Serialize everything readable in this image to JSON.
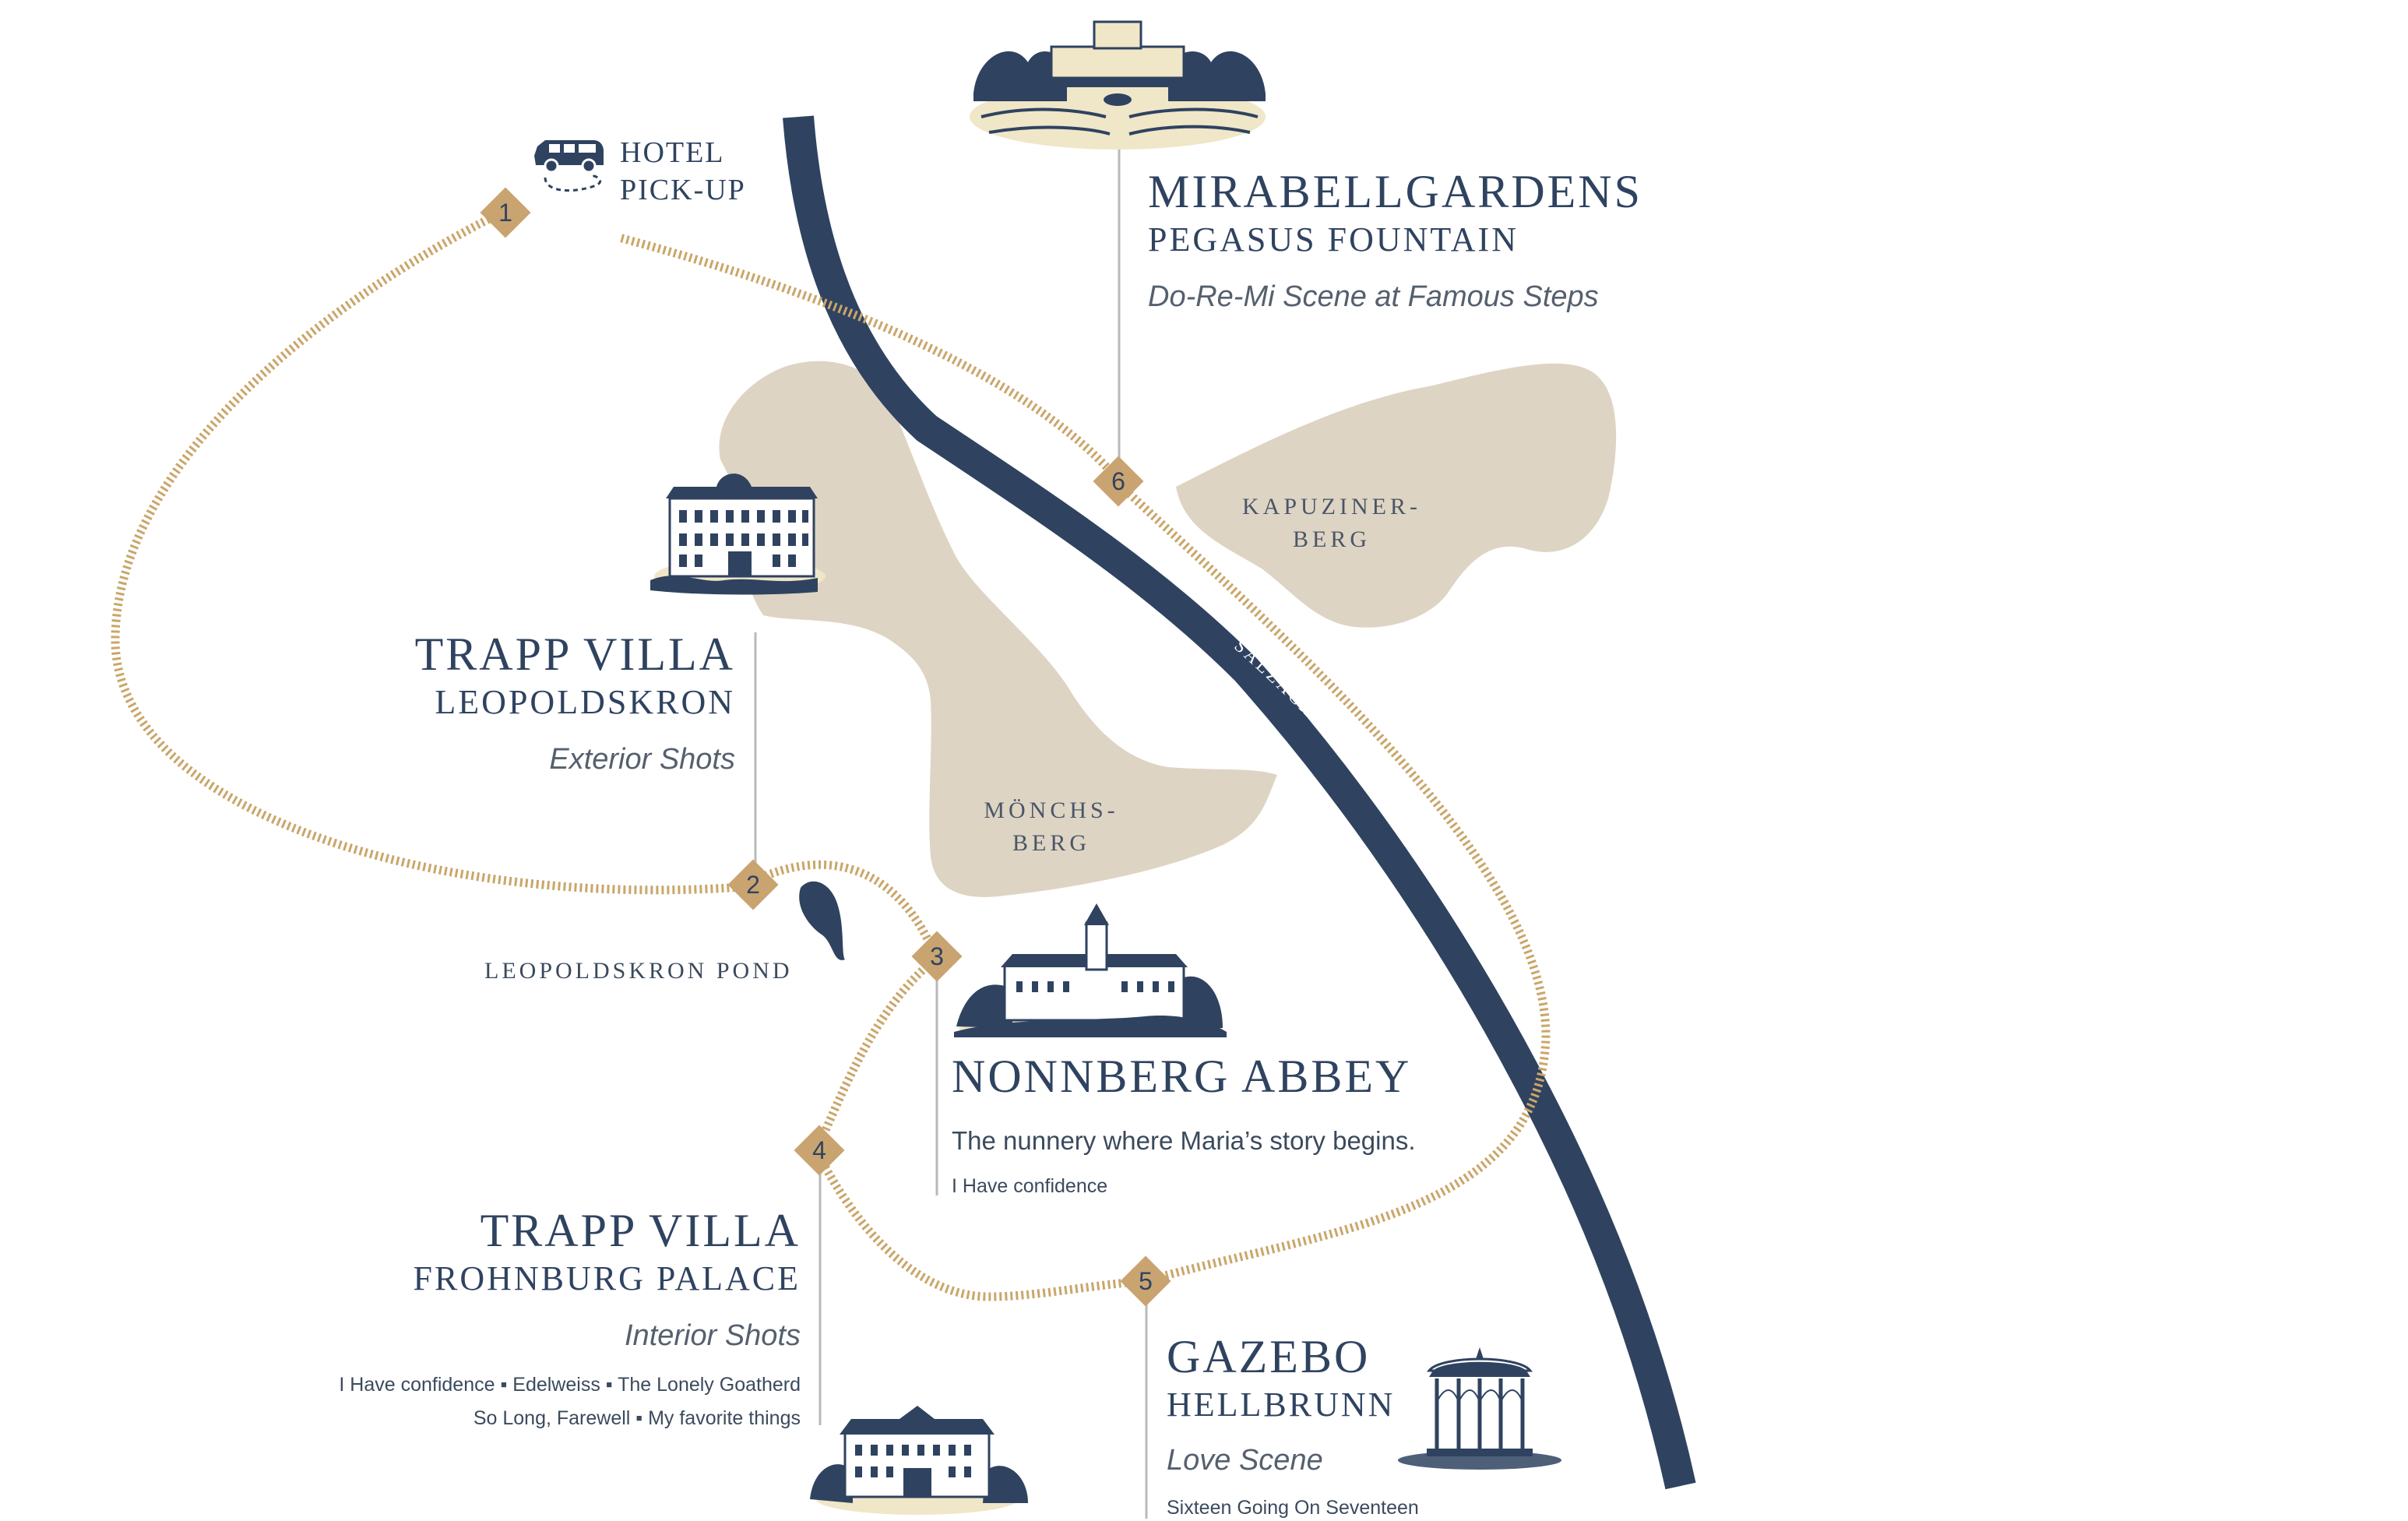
{
  "colors": {
    "navy": "#2f4360",
    "land": "#ded4c3",
    "route": "#caa66a",
    "marker": "#c9a470",
    "stem": "#b9b9b9"
  },
  "icons": {
    "pickup": "van-icon",
    "mirabell": "mirabell-palace-illustration",
    "leopoldskron": "leopoldskron-palace-illustration",
    "nonnberg": "nonnberg-abbey-illustration",
    "frohnburg": "frohnburg-palace-illustration",
    "gazebo": "gazebo-illustration"
  },
  "pickup": {
    "line1": "HOTEL",
    "line2": "PICK-UP"
  },
  "river": {
    "label": "SALZACH RIVER"
  },
  "hills": {
    "kapuzinerberg": {
      "line1": "KAPUZINER-",
      "line2": "BERG"
    },
    "moenchsberg": {
      "line1": "MÖNCHS-",
      "line2": "BERG"
    }
  },
  "pond": {
    "label": "LEOPOLDSKRON POND"
  },
  "markers": [
    "1",
    "2",
    "3",
    "4",
    "5",
    "6"
  ],
  "stops": {
    "mirabell": {
      "title": "MIRABELLGARDENS",
      "subtitle": "PEGASUS FOUNTAIN",
      "scene": "Do-Re-Mi Scene at Famous Steps"
    },
    "leopoldskron": {
      "title": "TRAPP VILLA",
      "subtitle": "LEOPOLDSKRON",
      "scene": "Exterior Shots"
    },
    "nonnberg": {
      "title": "NONNBERG ABBEY",
      "description": "The nunnery where Maria’s story begins.",
      "songs": "I Have confidence"
    },
    "frohnburg": {
      "title": "TRAPP VILLA",
      "subtitle": "FROHNBURG PALACE",
      "scene": "Interior Shots",
      "songs_line1": "I Have confidence ▪ Edelweiss ▪ The Lonely Goatherd",
      "songs_line2": "So Long, Farewell ▪ My favorite things"
    },
    "gazebo": {
      "title": "GAZEBO",
      "subtitle": "HELLBRUNN",
      "scene": "Love Scene",
      "songs": "Sixteen Going On Seventeen"
    }
  }
}
